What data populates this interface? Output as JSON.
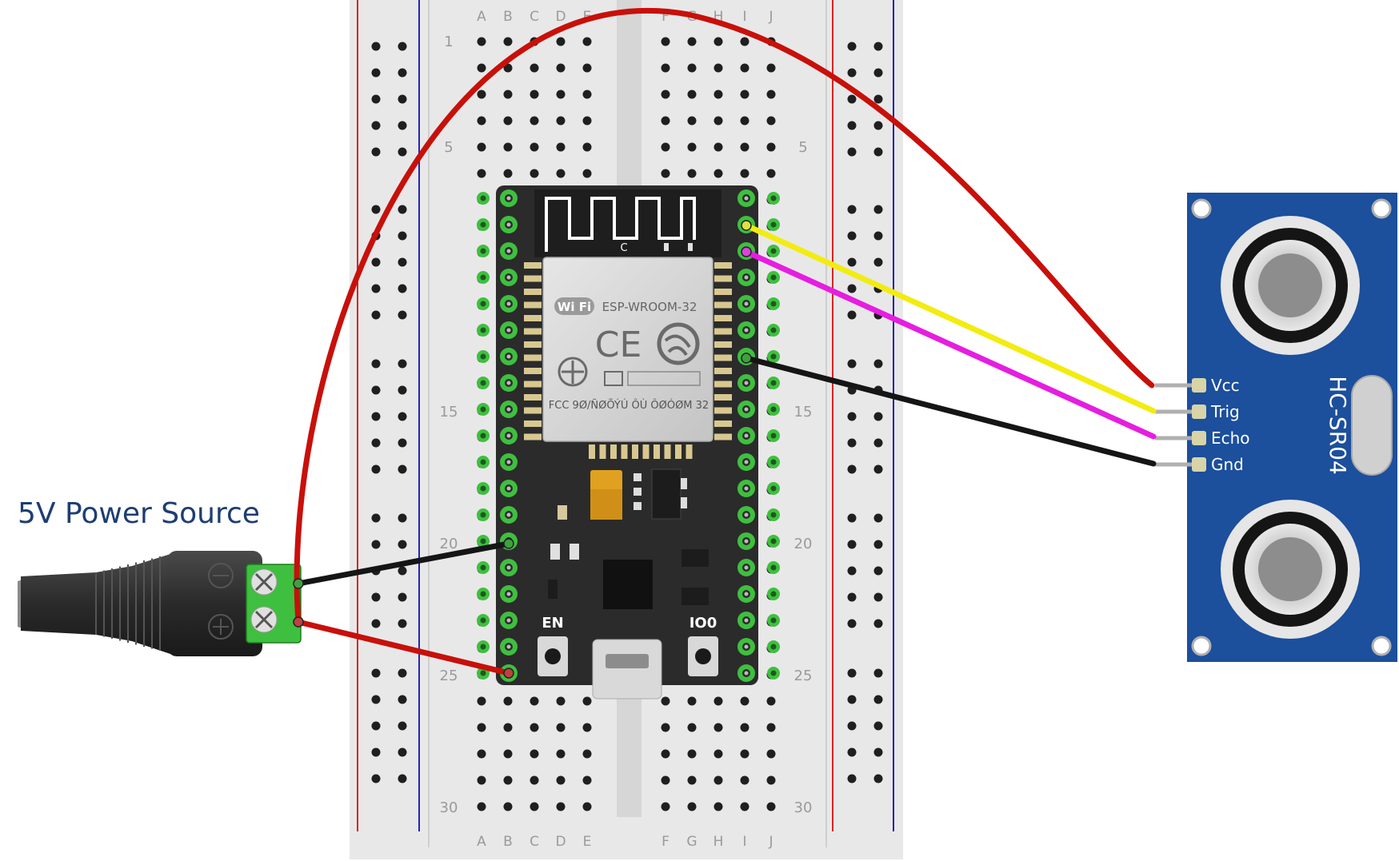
{
  "power_source": {
    "label": "5V Power Source",
    "terminals": [
      "⊖",
      "⊕"
    ]
  },
  "breadboard": {
    "column_letters_left": [
      "A",
      "B",
      "C",
      "D",
      "E"
    ],
    "column_letters_right": [
      "F",
      "G",
      "H",
      "I",
      "J"
    ],
    "row_numbers": [
      "1",
      "5",
      "15",
      "20",
      "25",
      "30"
    ]
  },
  "esp32": {
    "antenna_letter": "C",
    "module_name": "ESP-WROOM-32",
    "wifi_logo": "Wi Fi",
    "ce_mark": "CE",
    "fcc_text": "FCC 9Ø/ÑØÕÝÚ ÔÙ ÔØÓØM 32",
    "button_en": "EN",
    "button_io0": "IO0"
  },
  "sensor": {
    "name": "HC-SR04",
    "pins": [
      "Vcc",
      "Trig",
      "Echo",
      "Gnd"
    ]
  },
  "colors": {
    "wire_red": "#c8100a",
    "wire_black": "#151515",
    "wire_yellow": "#f2ec10",
    "wire_magenta": "#e51ee0",
    "sensor_board": "#1c4f9c",
    "esp_board": "#2b2b2b",
    "pin_green": "#3fbf3f",
    "label_blue": "#1d3d73"
  }
}
